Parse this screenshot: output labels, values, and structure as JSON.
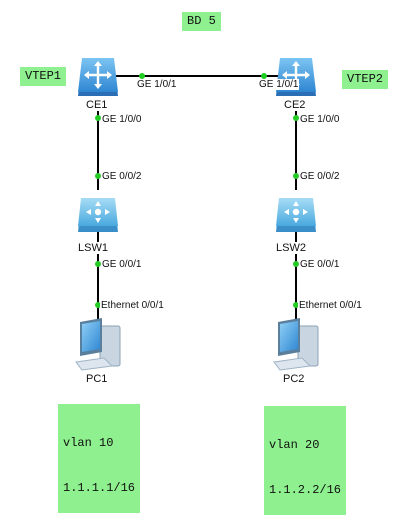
{
  "bd_label": "BD 5",
  "vtep_left": "VTEP1",
  "vtep_right": "VTEP2",
  "nodes": {
    "ce1": "CE1",
    "ce2": "CE2",
    "lsw1": "LSW1",
    "lsw2": "LSW2",
    "pc1": "PC1",
    "pc2": "PC2"
  },
  "ports": {
    "ce1_right": "GE 1/0/1",
    "ce2_left": "GE 1/0/1",
    "ce1_down": "GE 1/0/0",
    "ce2_down": "GE 1/0/0",
    "lsw1_up": "GE 0/0/2",
    "lsw2_up": "GE 0/0/2",
    "lsw1_down": "GE 0/0/1",
    "lsw2_down": "GE 0/0/1",
    "pc1_up": "Ethernet 0/0/1",
    "pc2_up": "Ethernet 0/0/1"
  },
  "pc1_info": {
    "vlan": "vlan 10",
    "ip": "1.1.1.1/16"
  },
  "pc2_info": {
    "vlan": "vlan 20",
    "ip": "1.1.2.2/16"
  },
  "colors": {
    "label_bg": "#8ef08e",
    "port_dot": "#22cc22",
    "router": "#3a8fd6",
    "switch": "#5cb8e6",
    "pc": "#4a9fe0"
  }
}
